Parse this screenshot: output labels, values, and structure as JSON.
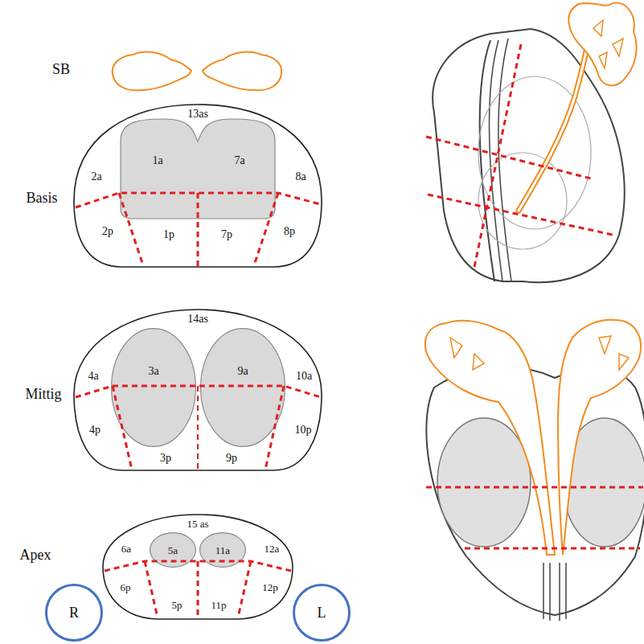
{
  "diagram": {
    "nodes": [
      {
        "text": [
          "Basis",
          "13as",
          "2a",
          "8a",
          "2p",
          "1p",
          "7p",
          "8p"
        ]
      },
      {
        "text": [
          "1a",
          "7a"
        ],
        "in": 0
      },
      {
        "text": [
          "Mittig",
          "14as",
          "4a",
          "10a",
          "4p",
          "3p",
          "9p",
          "10p"
        ]
      },
      {
        "text": [
          "3a"
        ],
        "in": 2
      },
      {
        "text": [
          "9a"
        ],
        "in": 2
      },
      {
        "text": [
          "Apex",
          "15 as",
          "6a",
          "12a",
          "6p",
          "5p",
          "11p",
          "12p"
        ]
      },
      {
        "text": [
          "5a"
        ],
        "in": 5
      },
      {
        "text": [
          "11a"
        ],
        "in": 5
      },
      {
        "text": [
          "R"
        ]
      },
      {
        "text": [
          "L"
        ]
      }
    ],
    "labels": [
      "SB"
    ]
  }
}
